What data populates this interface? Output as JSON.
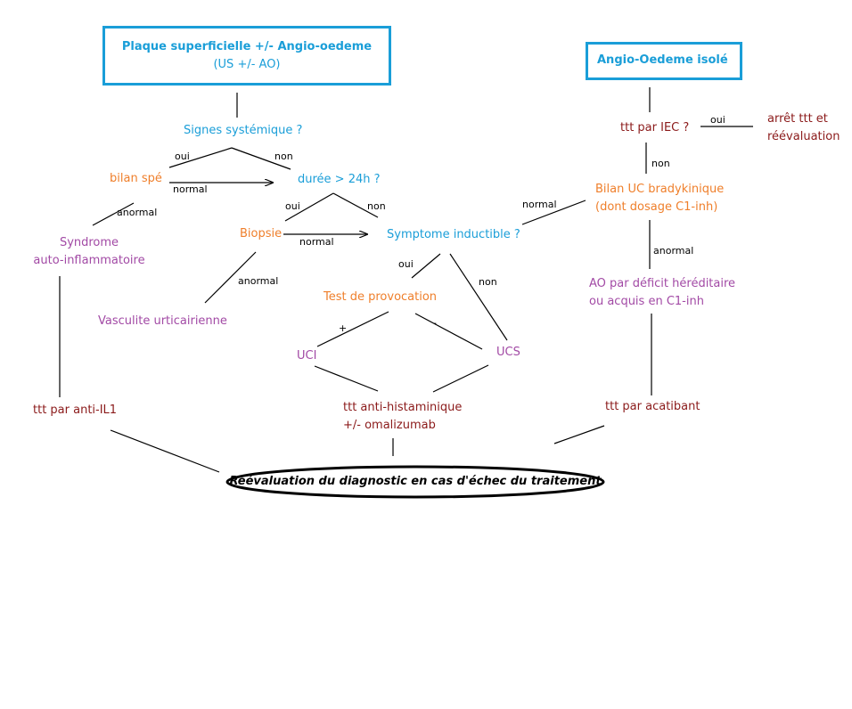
{
  "colors": {
    "question": "#1a9ed8",
    "exam": "#ef7f2b",
    "diagnosis": "#a24aa5",
    "treatment": "#8b1a1a",
    "line": "#000000"
  },
  "entries": {
    "plaque_title": "Plaque superficielle +/- Angio-oedeme",
    "plaque_sub": "(US +/- AO)",
    "angio_title": "Angio-Oedeme isolé"
  },
  "nodes": {
    "signes": "Signes systémique ?",
    "bilan_spe": "bilan spé",
    "duree": "durée > 24h ?",
    "syndrome_l1": "Syndrome",
    "syndrome_l2": "auto-inflammatoire",
    "biopsie": "Biopsie",
    "symptome": "Symptome inductible ?",
    "vasculite": "Vasculite urticairienne",
    "test_provocation": "Test de provocation",
    "uci": "UCI",
    "ucs": "UCS",
    "ttt_il1": "ttt par anti-IL1",
    "antihist_l1": "ttt anti-histaminique",
    "antihist_l2": "+/- omalizumab",
    "ttt_iec": "ttt par IEC ?",
    "arret_l1": "arrêt ttt et",
    "arret_l2": "réévaluation",
    "bilan_uc_l1": "Bilan UC bradykinique",
    "bilan_uc_l2": "(dont dosage C1-inh)",
    "ao_deficit_l1": "AO par déficit héréditaire",
    "ao_deficit_l2": "ou acquis en C1-inh",
    "acatibant": "ttt par acatibant",
    "final": "Réévaluation du diagnostic en cas d'échec du traitement"
  },
  "edges": {
    "signes_oui": "oui",
    "signes_non": "non",
    "bilan_normal": "normal",
    "bilan_anormal": "anormal",
    "duree_oui": "oui",
    "duree_non": "non",
    "biopsie_normal": "normal",
    "biopsie_anormal": "anormal",
    "symptome_oui": "oui",
    "symptome_non": "non",
    "test_plus": "+",
    "test_minus": "-",
    "iec_oui": "oui",
    "iec_non": "non",
    "bilan_uc_normal": "normal",
    "bilan_uc_anormal": "anormal"
  }
}
